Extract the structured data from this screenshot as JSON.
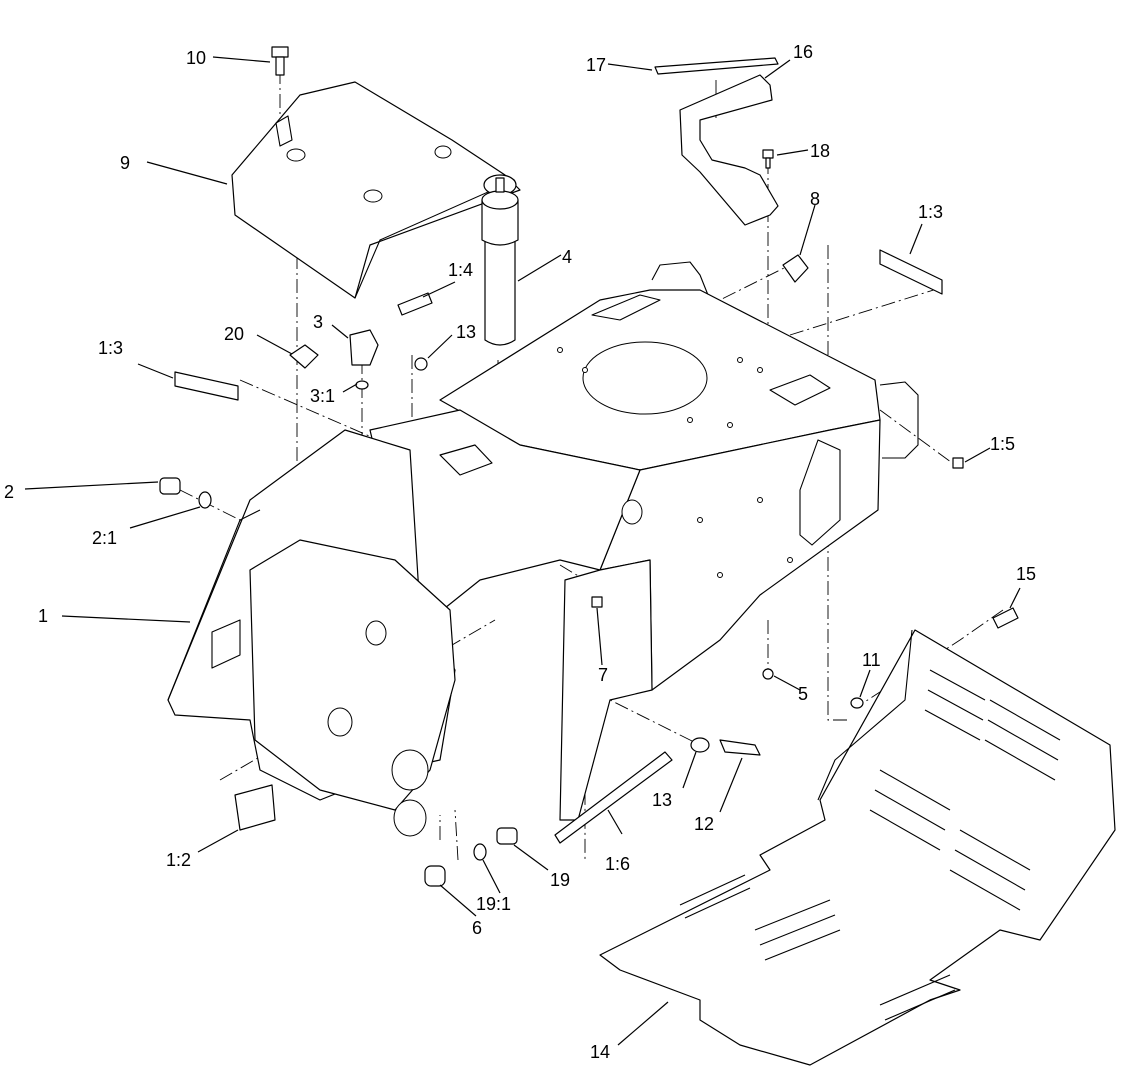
{
  "callouts": {
    "c1": "1",
    "c1_2": "1:2",
    "c1_3a": "1:3",
    "c1_3b": "1:3",
    "c1_4": "1:4",
    "c1_5": "1:5",
    "c1_6": "1:6",
    "c2": "2",
    "c2_1": "2:1",
    "c3": "3",
    "c3_1": "3:1",
    "c4": "4",
    "c5": "5",
    "c6": "6",
    "c7": "7",
    "c8": "8",
    "c9": "9",
    "c10": "10",
    "c11": "11",
    "c12": "12",
    "c13a": "13",
    "c13b": "13",
    "c14": "14",
    "c15": "15",
    "c16": "16",
    "c17": "17",
    "c18": "18",
    "c19": "19",
    "c19_1": "19:1",
    "c20": "20"
  }
}
